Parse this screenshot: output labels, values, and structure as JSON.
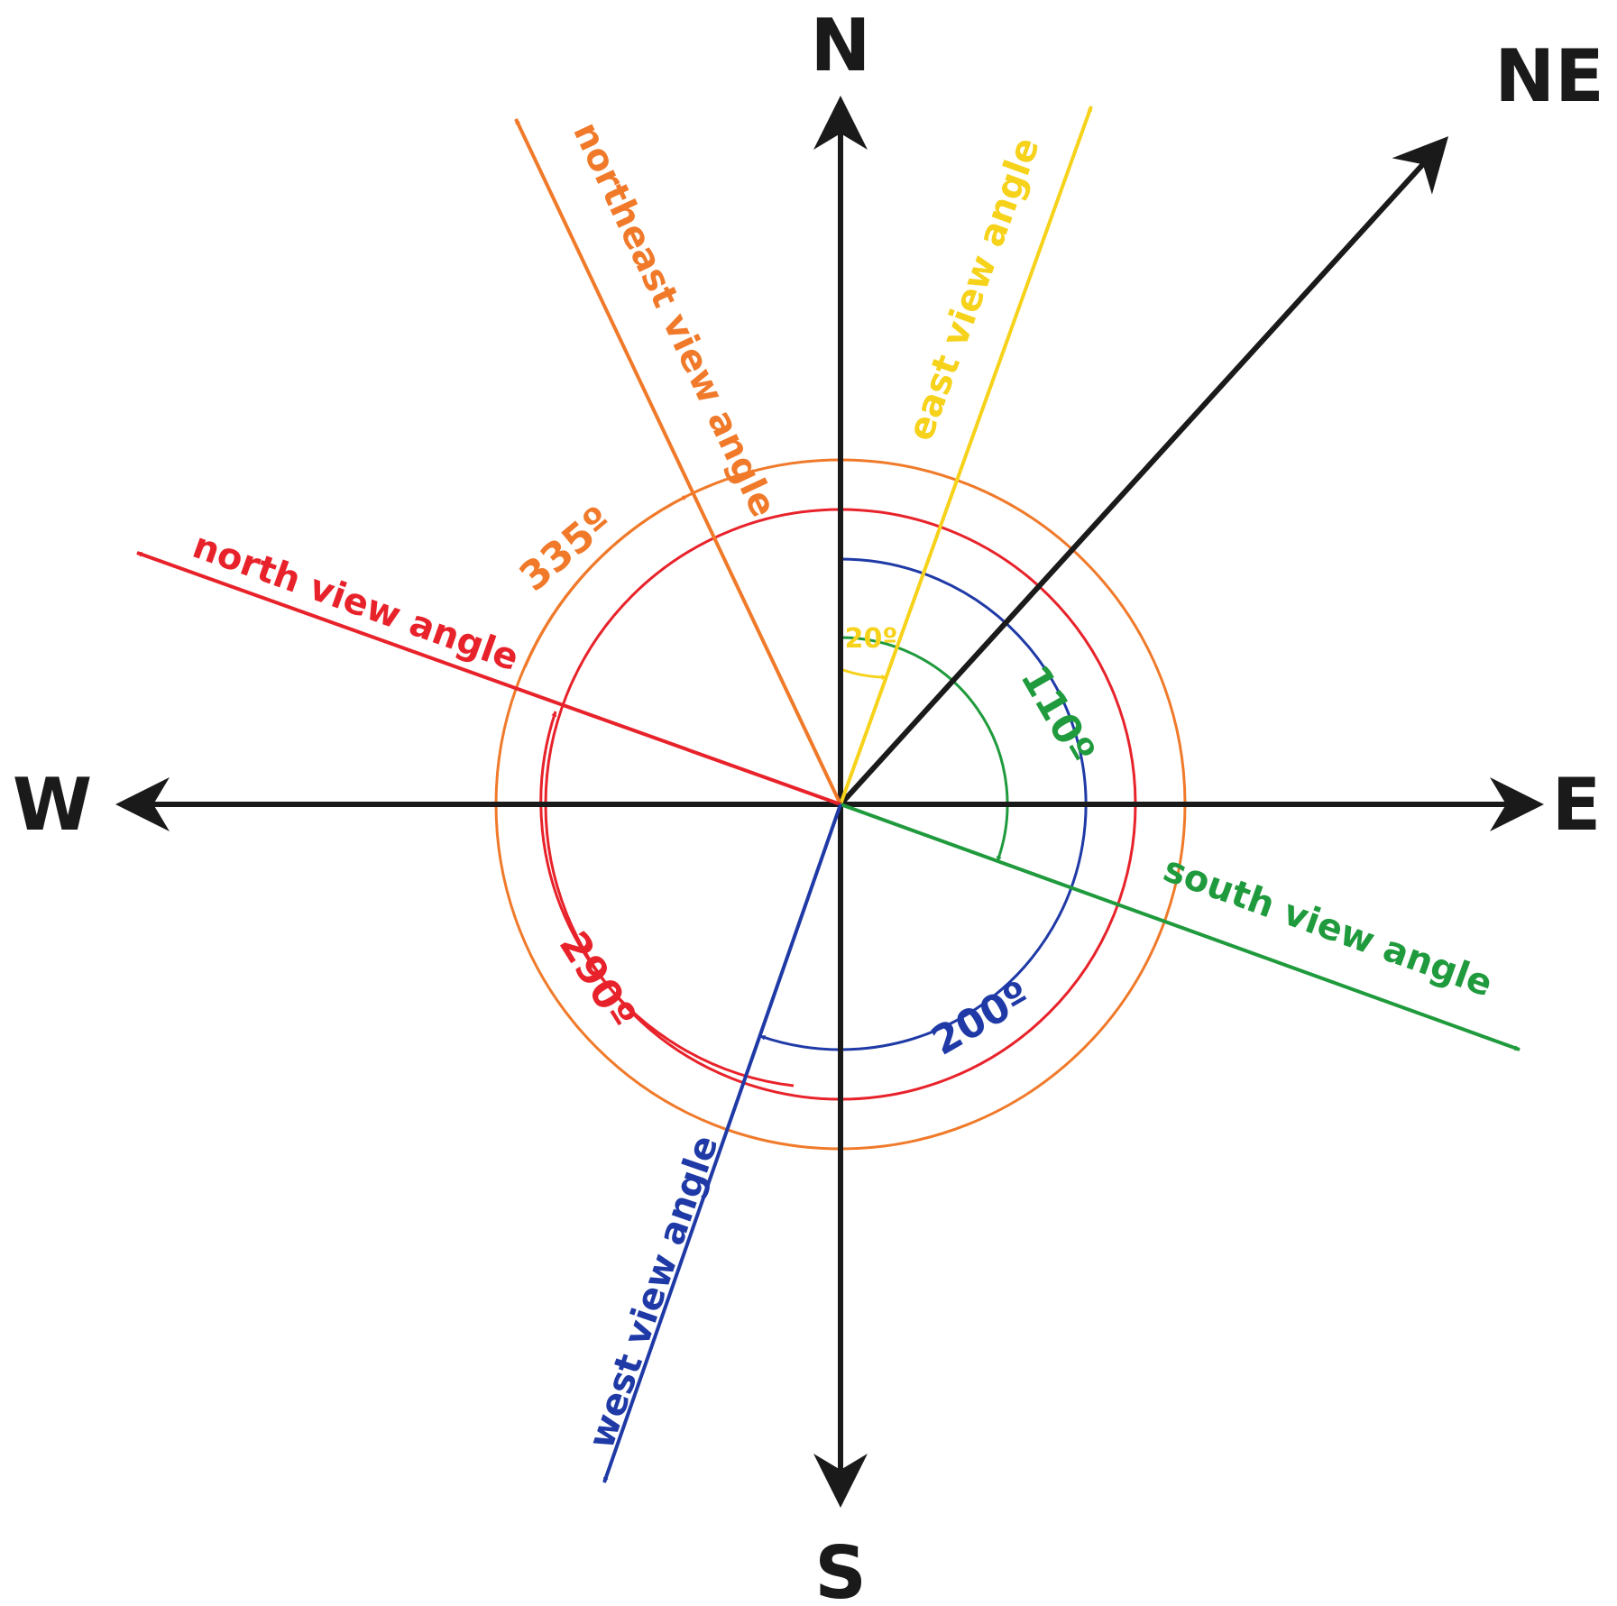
{
  "cardinals": {
    "n": "N",
    "ne": "NE",
    "e": "E",
    "s": "S",
    "w": "W"
  },
  "views": {
    "east": {
      "label": "east view angle",
      "angle": "20º",
      "color": "#f6d21a"
    },
    "south": {
      "label": "south view angle",
      "angle": "110º",
      "color": "#1f9a3c"
    },
    "west": {
      "label": "west view angle",
      "angle": "200º",
      "color": "#1f3aa6"
    },
    "north": {
      "label": "north view angle",
      "angle": "290º",
      "color": "#e8222a"
    },
    "northeast": {
      "label": "northeast view angle",
      "angle": "335º",
      "color": "#f07a2a"
    }
  },
  "colors": {
    "axis": "#1a1a1a"
  }
}
